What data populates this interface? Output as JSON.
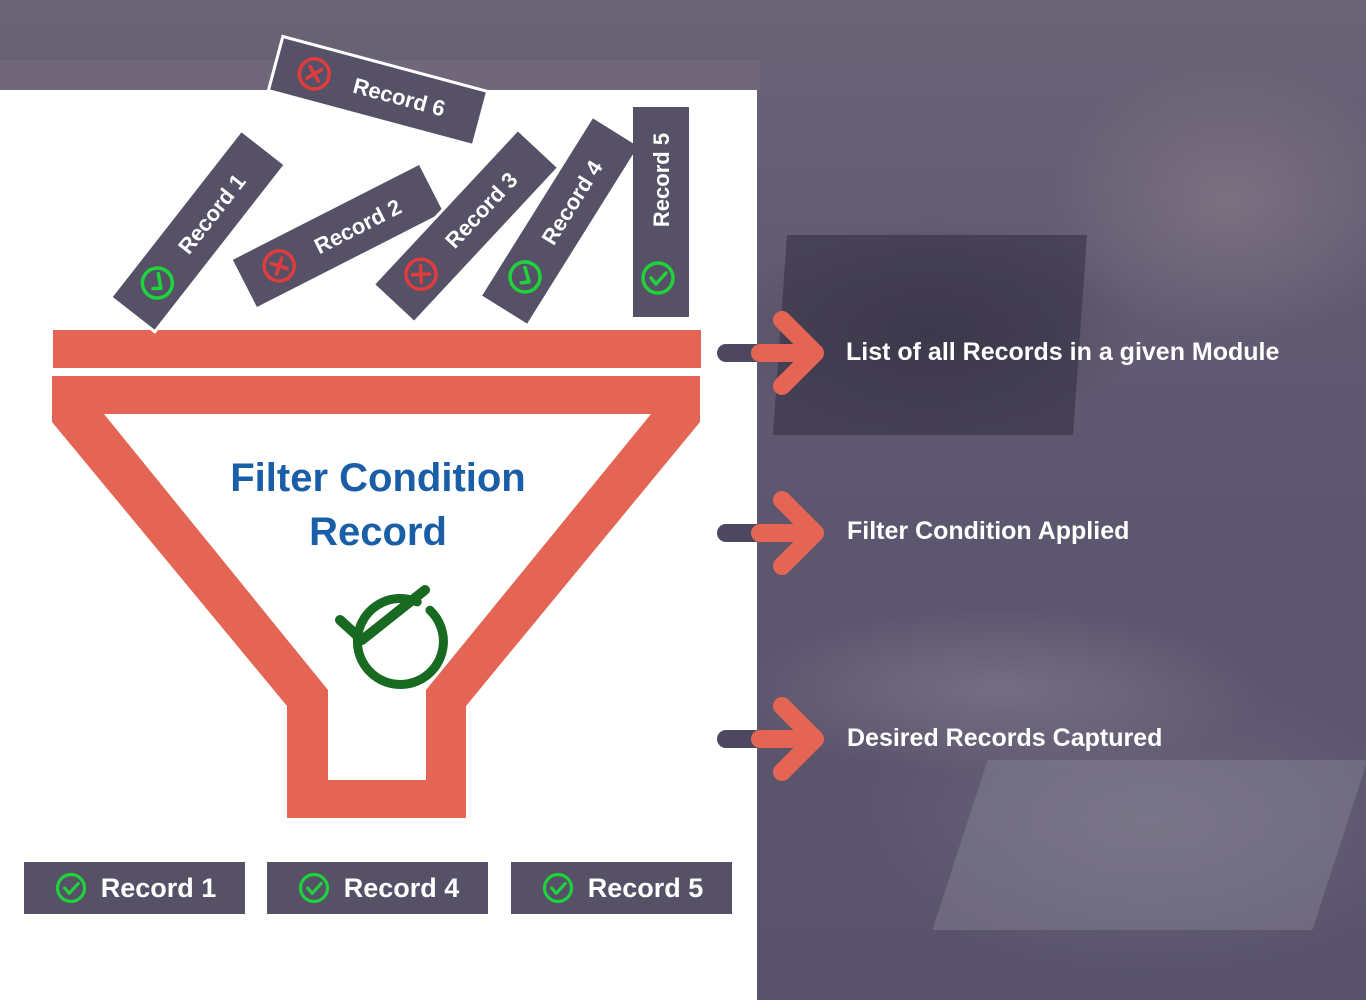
{
  "records_in": [
    {
      "label": "Record 6",
      "status": "rejected",
      "icon": "x-circle-icon"
    },
    {
      "label": "Record 1",
      "status": "accepted",
      "icon": "check-circle-icon"
    },
    {
      "label": "Record 2",
      "status": "rejected",
      "icon": "x-circle-icon"
    },
    {
      "label": "Record 3",
      "status": "rejected",
      "icon": "x-circle-icon"
    },
    {
      "label": "Record 4",
      "status": "accepted",
      "icon": "check-circle-icon"
    },
    {
      "label": "Record 5",
      "status": "accepted",
      "icon": "check-circle-icon"
    }
  ],
  "funnel": {
    "title_line1": "Filter Condition",
    "title_line2": "Record",
    "icon": "check-circle-icon"
  },
  "steps": [
    {
      "label": "List of all Records in a given Module",
      "icon": "arrow-right-icon"
    },
    {
      "label": "Filter Condition Applied",
      "icon": "arrow-right-icon"
    },
    {
      "label": "Desired Records Captured",
      "icon": "arrow-right-icon"
    }
  ],
  "records_out": [
    {
      "label": "Record 1",
      "icon": "check-circle-icon"
    },
    {
      "label": "Record 4",
      "icon": "check-circle-icon"
    },
    {
      "label": "Record 5",
      "icon": "check-circle-icon"
    }
  ],
  "colors": {
    "funnel": "#e56554",
    "record_box": "#575168",
    "check": "#1fd33a",
    "cross": "#e03c3c",
    "funnel_title": "#1a5ea8",
    "funnel_check": "#176a1f",
    "arrow_stem": "#4d4760"
  }
}
